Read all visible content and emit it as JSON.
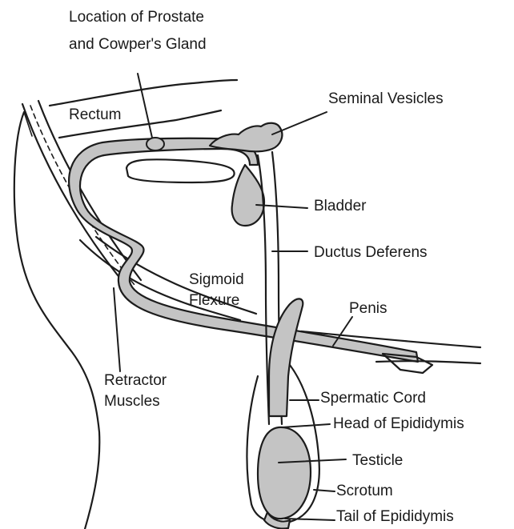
{
  "diagram": {
    "labels": {
      "location_line1": "Location of Prostate",
      "location_line2": "and Cowper's Gland",
      "seminal_vesicles": "Seminal Vesicles",
      "rectum": "Rectum",
      "bladder": "Bladder",
      "ductus_deferens": "Ductus Deferens",
      "sigmoid_line1": "Sigmoid",
      "sigmoid_line2": "Flexure",
      "penis": "Penis",
      "retractor_line1": "Retractor",
      "retractor_line2": "Muscles",
      "spermatic_cord": "Spermatic Cord",
      "head_of_epididymis": "Head of Epididymis",
      "testicle": "Testicle",
      "scrotum": "Scrotum",
      "tail_of_epididymis": "Tail of Epididymis"
    },
    "colors": {
      "organ_fill": "#c4c4c4",
      "outline": "#1c1c1c",
      "background": "#ffffff"
    }
  }
}
